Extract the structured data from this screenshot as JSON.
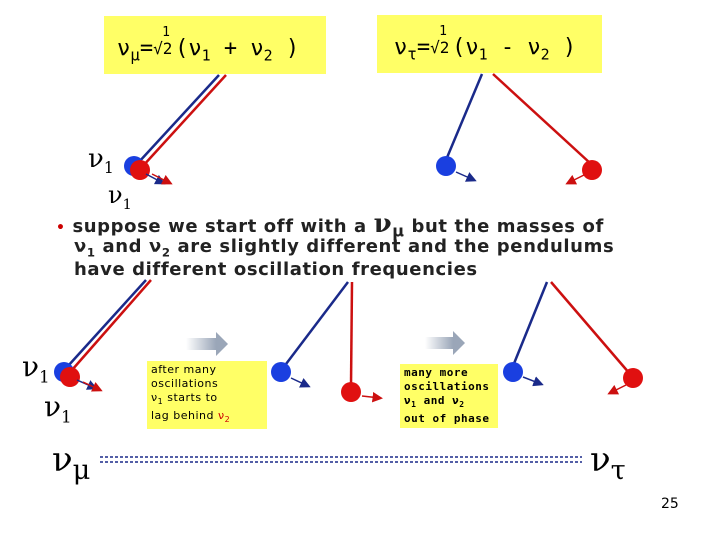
{
  "formula_mu": {
    "lhs": "ν",
    "lhs_sub": "μ",
    "eq": "=",
    "num": "1",
    "den": "√2",
    "open": "(ν",
    "s1": "1",
    "plus": " + ν",
    "s2": "2",
    "close": " )"
  },
  "formula_tau": {
    "lhs": "ν",
    "lhs_sub": "τ",
    "eq": "=",
    "num": "1",
    "den": "√2",
    "open": "(ν",
    "s1": "1",
    "minus": " - ν",
    "s2": "2",
    "close": " )"
  },
  "labels": {
    "top_nu": "ν",
    "top_nu_sub": "1",
    "top_nu2": "ν",
    "top_nu2_sub": "1",
    "left_nu_a": "ν",
    "left_nu_a_sub": "1",
    "left_nu_b": "ν",
    "left_nu_b_sub": "1",
    "num_mu_base": "ν",
    "num_mu_sub": "μ",
    "num_tau_base": "ν",
    "num_tau_sub": "τ"
  },
  "bullet": {
    "marker": "•",
    "line1_a": "suppose we start off with a ",
    "line1_nu": "ν",
    "line1_sub": "μ",
    "line1_b": " but the masses of",
    "line2_nu1": "ν",
    "line2_s1": "1",
    "line2_and": " and ",
    "line2_nu2": "ν",
    "line2_s2": "2",
    "line2_rest": " are slightly different and the pendulums",
    "line3": "have different oscillation frequencies"
  },
  "note1": {
    "l1": "after many",
    "l2": "oscillations",
    "l3a": "ν",
    "l3s": "1",
    "l3b": " starts to",
    "l4a": "lag behind ",
    "l4nu": "ν",
    "l4s": "2"
  },
  "note2": {
    "l1": "many more",
    "l2": "oscillations",
    "l3a": "ν",
    "l3s": "1",
    "l3b": " and ",
    "l3nu": "ν",
    "l3s2": "2",
    "l4": "out of phase"
  },
  "page_number": "25",
  "colors": {
    "highlight": "#ffff66",
    "blue_bob": "#1a3fe0",
    "red_bob": "#e01010",
    "blue_string": "#1a2a8a",
    "red_string": "#cc1010"
  }
}
